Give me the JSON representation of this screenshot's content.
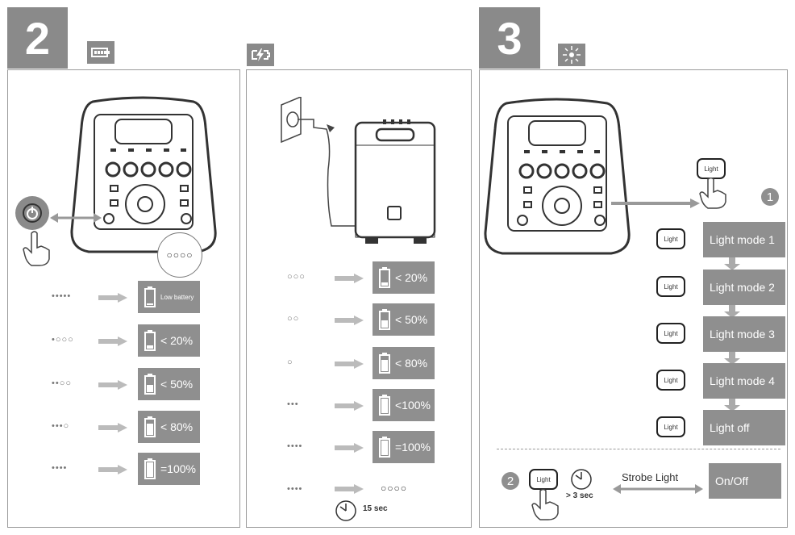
{
  "step2": {
    "number": "2",
    "battery_icon": "battery-icon",
    "power_icon": "power-icon",
    "zoom_dots": "○○○○",
    "rows": [
      {
        "dots": "•••••",
        "label": "Low battery"
      },
      {
        "dots": "•○○○",
        "label": "< 20%",
        "fill": 0.2
      },
      {
        "dots": "••○○",
        "label": "< 50%",
        "fill": 0.5
      },
      {
        "dots": "•••○",
        "label": "< 80%",
        "fill": 0.8
      },
      {
        "dots": "••••",
        "label": "=100%",
        "fill": 1.0
      }
    ]
  },
  "charge": {
    "charging_icon": "charging-battery-icon",
    "rows": [
      {
        "dots": "○○○",
        "label": "< 20%",
        "fill": 0.2
      },
      {
        "dots": "○○",
        "label": "< 50%",
        "fill": 0.5
      },
      {
        "dots": "○",
        "label": "< 80%",
        "fill": 0.8
      },
      {
        "dots": "•••",
        "label": "<100%",
        "fill": 1.0
      },
      {
        "dots": "••••",
        "label": "=100%",
        "fill": 1.0
      }
    ],
    "final_dots_left": "••••",
    "final_dots_right": "○○○○",
    "timer_label": "15 sec"
  },
  "step3": {
    "number": "3",
    "light_icon": "light-icon",
    "light_button": "Light",
    "step1_num": "1",
    "step2_num": "2",
    "modes": [
      "Light mode 1",
      "Light mode 2",
      "Light mode 3",
      "Light mode 4",
      "Light off"
    ],
    "strobe_label": "Strobe Light",
    "hold_label": "> 3 sec",
    "onoff_label": "On/Off"
  },
  "colors": {
    "accent_gray": "#8f8f8f",
    "line": "#9a9a9a"
  }
}
